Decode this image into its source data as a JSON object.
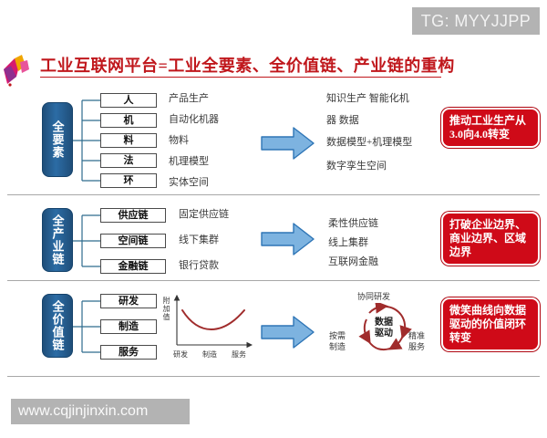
{
  "watermarks": {
    "tg": "TG: MYYJJPP",
    "site": "www.cqjinjinxin.com"
  },
  "header": {
    "title": "工业互联网平台=工业全要素、全价值链、产业链的重构",
    "title_color": "#c0171c",
    "logo_icon": "colorful-ribbon-logo"
  },
  "colors": {
    "pill_blue": "#1f4e79",
    "arrow_fill": "#7db3e0",
    "arrow_stroke": "#2e75b6",
    "callout_red": "#cf0a18",
    "curve_red": "#a02c2c",
    "divider_gray": "#a8a8a8"
  },
  "rows": [
    {
      "id": "row-elements",
      "pill_label": "全要素",
      "chips": [
        "人",
        "机",
        "料",
        "法",
        "环"
      ],
      "left_descriptions": [
        "产品生产",
        "自动化机器",
        "物料",
        "机理模型",
        "实体空间"
      ],
      "right_descriptions": [
        "知识生产 智能化机",
        "器 数据",
        "数据模型+机理模型",
        "数字孪生空间"
      ],
      "callout": "推动工业生产从3.0向4.0转变",
      "arrow_icon": "right-arrow-icon"
    },
    {
      "id": "row-industry-chain",
      "pill_label": "全产业链",
      "chips": [
        "供应链",
        "空间链",
        "金融链"
      ],
      "left_descriptions": [
        "固定供应链",
        "线下集群",
        "银行贷款"
      ],
      "right_descriptions": [
        "柔性供应链",
        "线上集群",
        "互联网金融"
      ],
      "callout": "打破企业边界、商业边界、区域边界",
      "arrow_icon": "right-arrow-icon"
    },
    {
      "id": "row-value-chain",
      "pill_label": "全价值链",
      "chips": [
        "研发",
        "制造",
        "服务"
      ],
      "callout": "微笑曲线向数据驱动的价值闭环转变",
      "arrow_icon": "right-arrow-icon"
    }
  ],
  "chart_data": {
    "type": "line",
    "title": "",
    "ylabel": "附加值",
    "xlabel": "",
    "categories": [
      "研发",
      "制造",
      "服务"
    ],
    "x": [
      0,
      1,
      2
    ],
    "values": [
      0.85,
      0.2,
      0.85
    ],
    "series": [
      {
        "name": "微笑曲线",
        "values": [
          0.85,
          0.2,
          0.85
        ],
        "color": "#a02c2c"
      }
    ],
    "xlim": [
      0,
      2
    ],
    "ylim": [
      0,
      1
    ],
    "grid": false,
    "legend": "none",
    "annotation": "smile curve — value added is high at R&D and Service, low at Manufacturing"
  },
  "circle_diagram": {
    "center_line1": "数据",
    "center_line2": "驱动",
    "top_label": "协同研发",
    "left_label_line1": "按需",
    "left_label_line2": "制造",
    "right_label_line1": "精准",
    "right_label_line2": "服务",
    "icon": "circular-arrows-icon"
  }
}
